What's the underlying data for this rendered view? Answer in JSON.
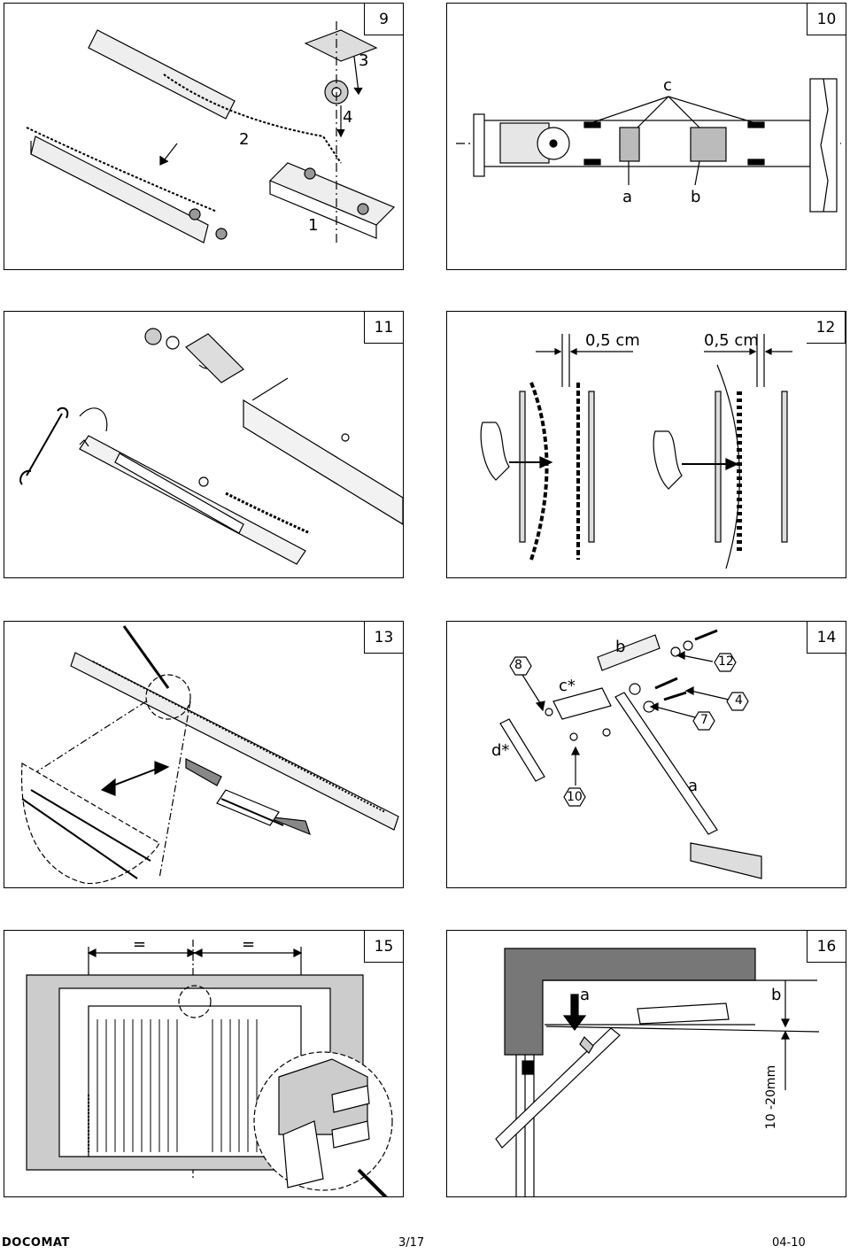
{
  "panels": {
    "p9": {
      "number": "9",
      "callouts": [
        "3",
        "4",
        "2",
        "1"
      ]
    },
    "p10": {
      "number": "10",
      "callouts": [
        "c",
        "a",
        "b"
      ]
    },
    "p11": {
      "number": "11"
    },
    "p12": {
      "number": "12",
      "gap_left": "0,5 cm",
      "gap_right": "0,5 cm"
    },
    "p13": {
      "number": "13"
    },
    "p14": {
      "number": "14",
      "callouts": [
        "8",
        "b",
        "12",
        "c*",
        "4",
        "7",
        "d*",
        "10",
        "a"
      ]
    },
    "p15": {
      "number": "15",
      "eq_left": "=",
      "eq_right": "="
    },
    "p16": {
      "number": "16",
      "label_a": "a",
      "label_b": "b",
      "distance": "10 -20mm"
    }
  },
  "footer": {
    "brand_a": "DOCO",
    "brand_b": "MAT",
    "page": "3/17",
    "date": "04-10"
  }
}
